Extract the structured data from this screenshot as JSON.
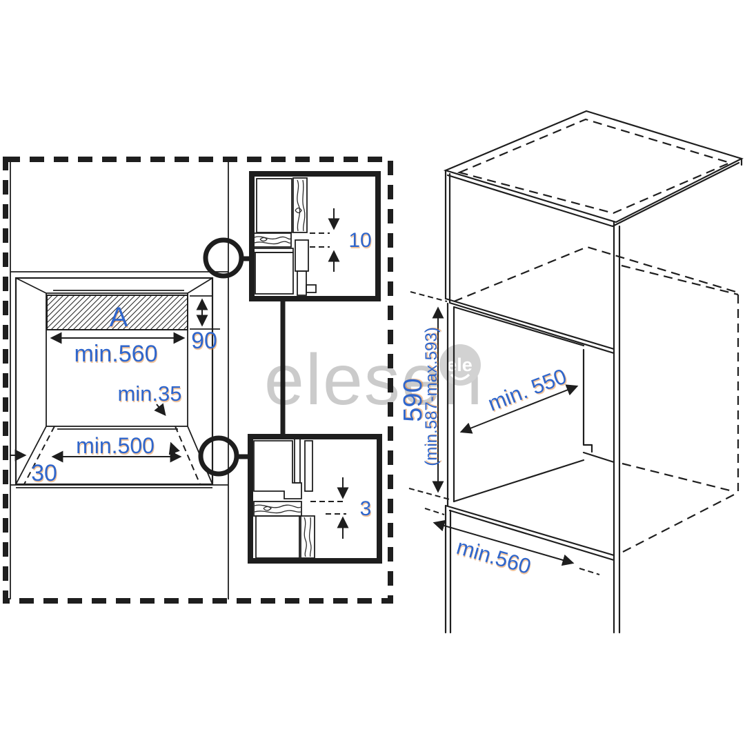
{
  "diagram": {
    "watermark": {
      "text": "elesen",
      "logo_text": "ele"
    },
    "front_view": {
      "vent_label": "A",
      "vent_height": "90",
      "niche_width": "min.560",
      "corner_clearance": "min.35",
      "base_depth": "min.500",
      "side_strip": "30"
    },
    "detail_top": {
      "gap": "10"
    },
    "detail_bottom": {
      "gap": "3"
    },
    "cabinet_view": {
      "niche_height": "590",
      "niche_height_range": "(min.587-max.593)",
      "niche_depth": "min. 550",
      "niche_width": "min.560"
    },
    "colors": {
      "line": "#1e1e1e",
      "dimension_text": "#2f66cc",
      "watermark": "#cccccc"
    }
  }
}
